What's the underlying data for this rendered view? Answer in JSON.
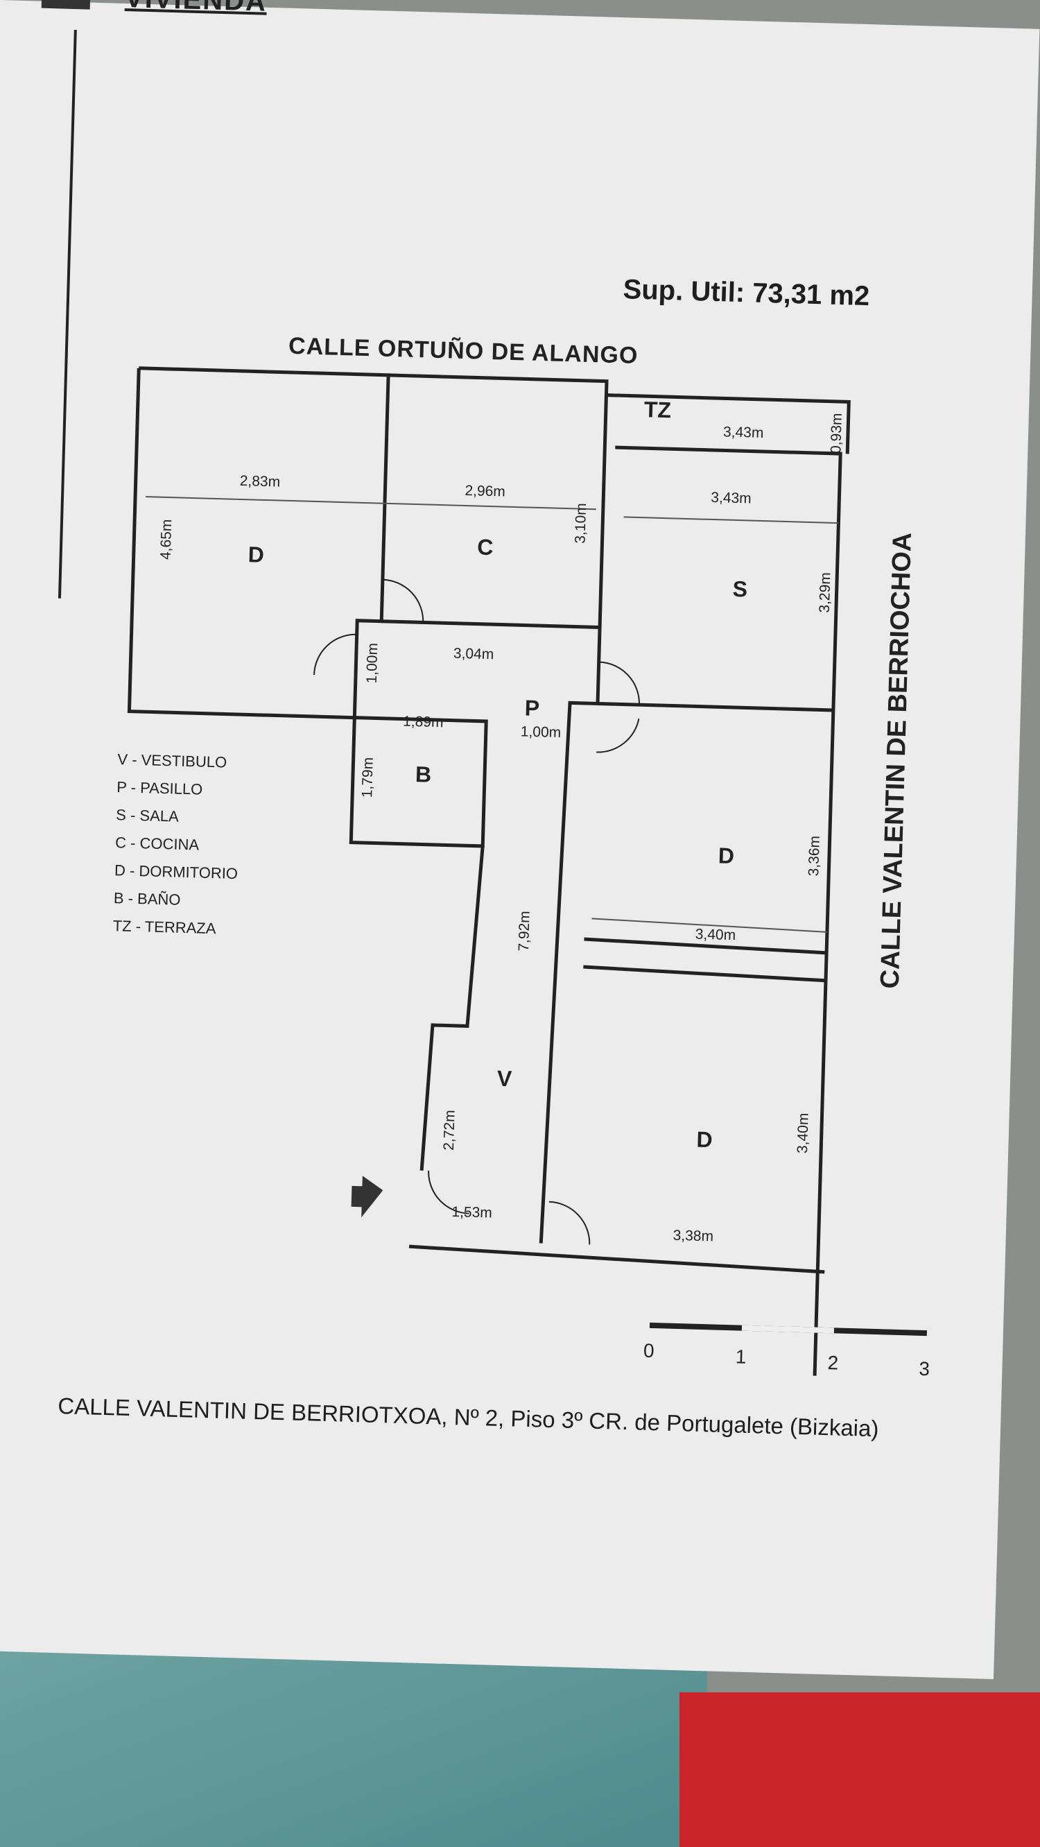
{
  "header": {
    "title": "VIVIENDA"
  },
  "surface": {
    "label": "Sup. Util:  73,31 m2"
  },
  "streets": {
    "top": "CALLE ORTUÑO DE ALANGO",
    "right": "CALLE VALENTIN DE BERRIOCHOA"
  },
  "legend": [
    "V - VESTIBULO",
    "P - PASILLO",
    "S - SALA",
    "C - COCINA",
    "D - DORMITORIO",
    "B - BAÑO",
    "TZ - TERRAZA"
  ],
  "rooms": {
    "tz": "TZ",
    "c": "C",
    "s": "S",
    "d1": "D",
    "d2": "D",
    "d3": "D",
    "p": "P",
    "b": "B",
    "v": "V"
  },
  "dimensions": {
    "d1_w": "2,83m",
    "d1_h": "4,65m",
    "c_w": "2,96m",
    "c_h": "3,10m",
    "tz_w": "3,43m",
    "tz_h": "0,93m",
    "s_w": "3,43m",
    "s_h": "3,29m",
    "p_w": "3,04m",
    "p_h": "1,00m",
    "p_w2": "1,00m",
    "b_w": "1,89m",
    "b_h": "1,79m",
    "d2_w": "3,40m",
    "d2_h": "3,36m",
    "v_h": "7,92m",
    "v_h2": "2,72m",
    "v_w": "1,53m",
    "d3_w": "3,38m",
    "d3_h": "3,40m"
  },
  "scale": [
    "0",
    "1",
    "2",
    "3"
  ],
  "address": "CALLE VALENTIN DE BERRIOTXOA, Nº 2, Piso 3º CR. de Portugalete (Bizkaia)",
  "colors": {
    "paper": "#ececec",
    "ink": "#222222",
    "teal": "#5f9898",
    "red": "#c8242a"
  }
}
